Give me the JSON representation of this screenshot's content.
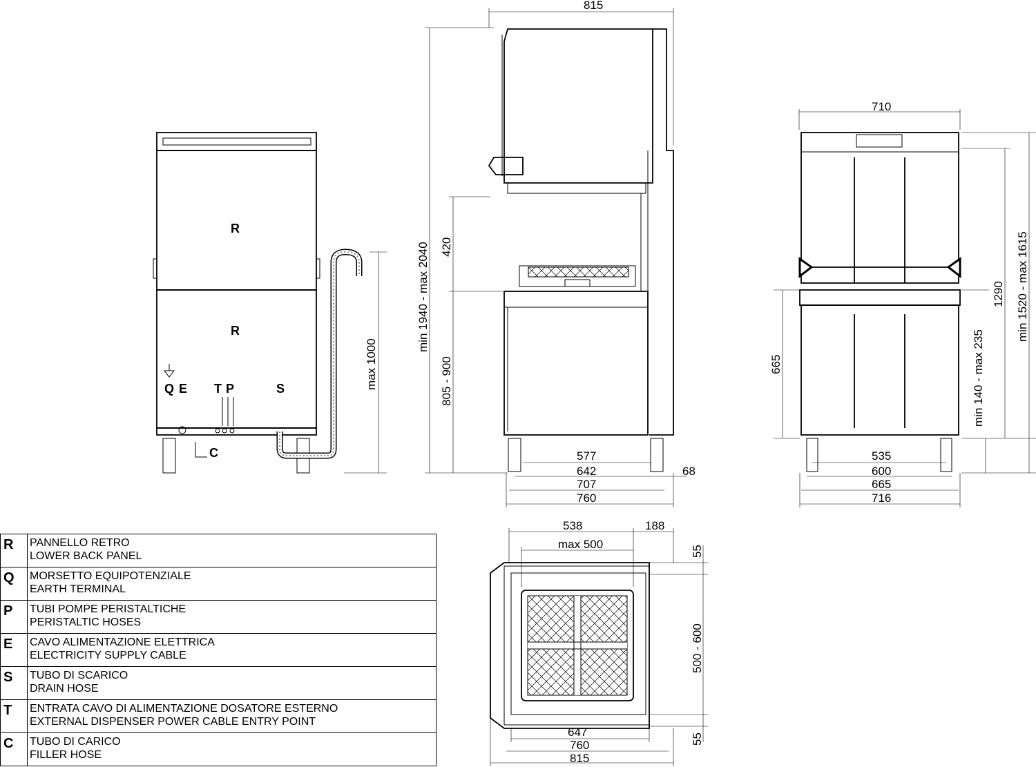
{
  "back_view": {
    "labels": [
      "R",
      "R",
      "Q",
      "E",
      "T",
      "P",
      "S",
      "C"
    ],
    "dim_height": "max 1000"
  },
  "side_view": {
    "dim_width_top": "815",
    "dim_total_height": "min 1940 - max 2040",
    "dim_opening": "420",
    "dim_table_height": "805 - 900",
    "dim_bottom": [
      "577",
      "642",
      "707",
      "760"
    ],
    "dim_offset": "68"
  },
  "front_view": {
    "dim_width_top": "710",
    "dim_1290": "1290",
    "dim_total_height": "min 1520 - max 1615",
    "dim_foot": "min 140 - max 235",
    "dim_665": "665",
    "dim_bottom": [
      "535",
      "600",
      "665",
      "716"
    ]
  },
  "top_view": {
    "dim_538": "538",
    "dim_188": "188",
    "dim_max500": "max 500",
    "dim_55_top": "55",
    "dim_depth": "500 - 600",
    "dim_55_bottom": "55",
    "dim_bottom": [
      "647",
      "760",
      "815"
    ]
  },
  "legend": [
    {
      "letter": "R",
      "it": "PANNELLO RETRO",
      "en": "LOWER BACK PANEL"
    },
    {
      "letter": "Q",
      "it": "MORSETTO EQUIPOTENZIALE",
      "en": "EARTH TERMINAL"
    },
    {
      "letter": "P",
      "it": "TUBI POMPE PERISTALTICHE",
      "en": "PERISTALTIC HOSES"
    },
    {
      "letter": "E",
      "it": "CAVO ALIMENTAZIONE ELETTRICA",
      "en": "ELECTRICITY SUPPLY CABLE"
    },
    {
      "letter": "S",
      "it": "TUBO DI SCARICO",
      "en": "DRAIN HOSE"
    },
    {
      "letter": "T",
      "it": "ENTRATA CAVO DI ALIMENTAZIONE DOSATORE ESTERNO",
      "en": "EXTERNAL DISPENSER POWER CABLE ENTRY POINT"
    },
    {
      "letter": "C",
      "it": "TUBO DI CARICO",
      "en": "FILLER HOSE"
    }
  ]
}
